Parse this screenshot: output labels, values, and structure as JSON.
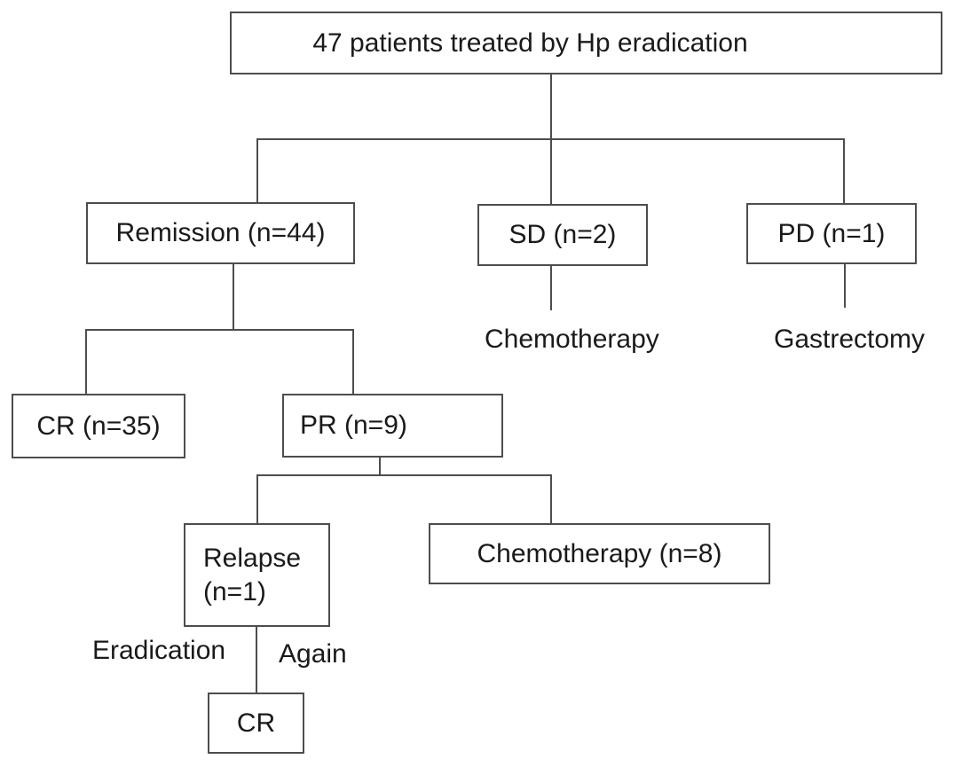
{
  "diagram": {
    "title_node": {
      "label": "47 patients treated by Hp eradication"
    },
    "remission": {
      "label": "Remission (n=44)"
    },
    "sd": {
      "label": "SD (n=2)"
    },
    "pd": {
      "label": "PD (n=1)"
    },
    "sd_outcome": {
      "label": "Chemotherapy"
    },
    "pd_outcome": {
      "label": "Gastrectomy"
    },
    "cr35": {
      "label": "CR (n=35)"
    },
    "pr9": {
      "label": "PR (n=9)"
    },
    "relapse": {
      "line1": "Relapse",
      "line2": "(n=1)"
    },
    "chemo8": {
      "label": "Chemotherapy (n=8)"
    },
    "edge_label_left": "Eradication",
    "edge_label_right": "Again",
    "cr_final": {
      "label": "CR"
    },
    "counts": {
      "total_patients": 47,
      "remission": 44,
      "stable_disease": 2,
      "progressive_disease": 1,
      "complete_response": 35,
      "partial_response": 9,
      "relapse": 1,
      "chemotherapy_after_pr": 8
    }
  },
  "colors": {
    "line": "#4d4d4d",
    "text": "#1a1a1a",
    "background": "#ffffff"
  }
}
